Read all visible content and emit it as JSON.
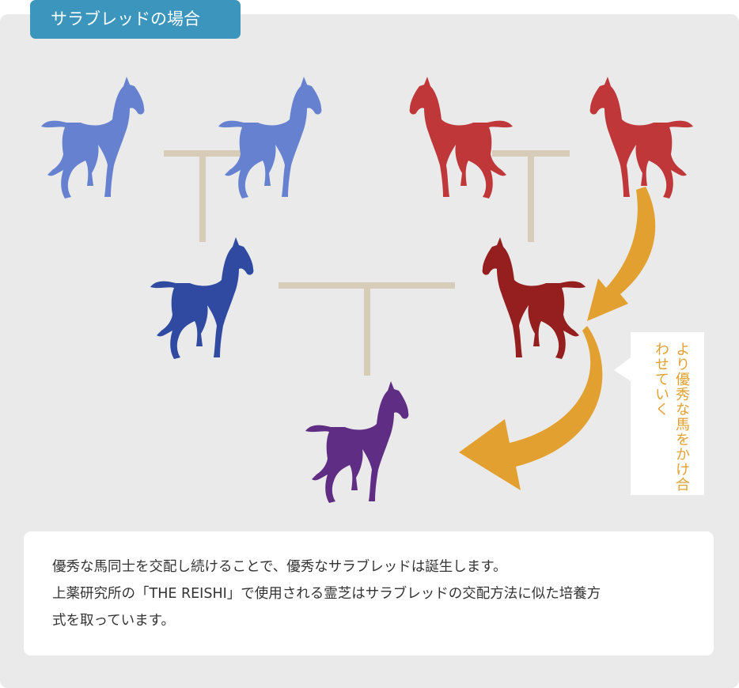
{
  "header": {
    "title": "サラブレッドの場合"
  },
  "colors": {
    "panel_bg": "#eaeaea",
    "tab_bg": "#3b95bd",
    "connector": "#d6ccb8",
    "arrow": "#e1a02f",
    "grandparent_blue": "#6581cf",
    "parent_blue": "#2f4aa0",
    "grandparent_red": "#c0373a",
    "parent_red": "#951e1f",
    "offspring_purple": "#5f2d84"
  },
  "horses": [
    {
      "id": "grandparent-left-1",
      "color": "#6581cf",
      "facing": "right"
    },
    {
      "id": "grandparent-left-2",
      "color": "#6581cf",
      "facing": "right"
    },
    {
      "id": "grandparent-right-1",
      "color": "#c0373a",
      "facing": "left"
    },
    {
      "id": "grandparent-right-2",
      "color": "#c0373a",
      "facing": "left"
    },
    {
      "id": "parent-left",
      "color": "#2f4aa0",
      "facing": "right"
    },
    {
      "id": "parent-right",
      "color": "#951e1f",
      "facing": "left"
    },
    {
      "id": "offspring",
      "color": "#5f2d84",
      "facing": "right"
    }
  ],
  "callout": {
    "text": "より優秀な馬をかけ合わせていく"
  },
  "description": {
    "line1": "優秀な馬同士を交配し続けることで、優秀なサラブレッドは誕生します。",
    "line2": "上薬研究所の「THE REISHI」で使用される霊芝はサラブレッドの交配方法に似た培養方",
    "line3": "式を取っています。"
  }
}
